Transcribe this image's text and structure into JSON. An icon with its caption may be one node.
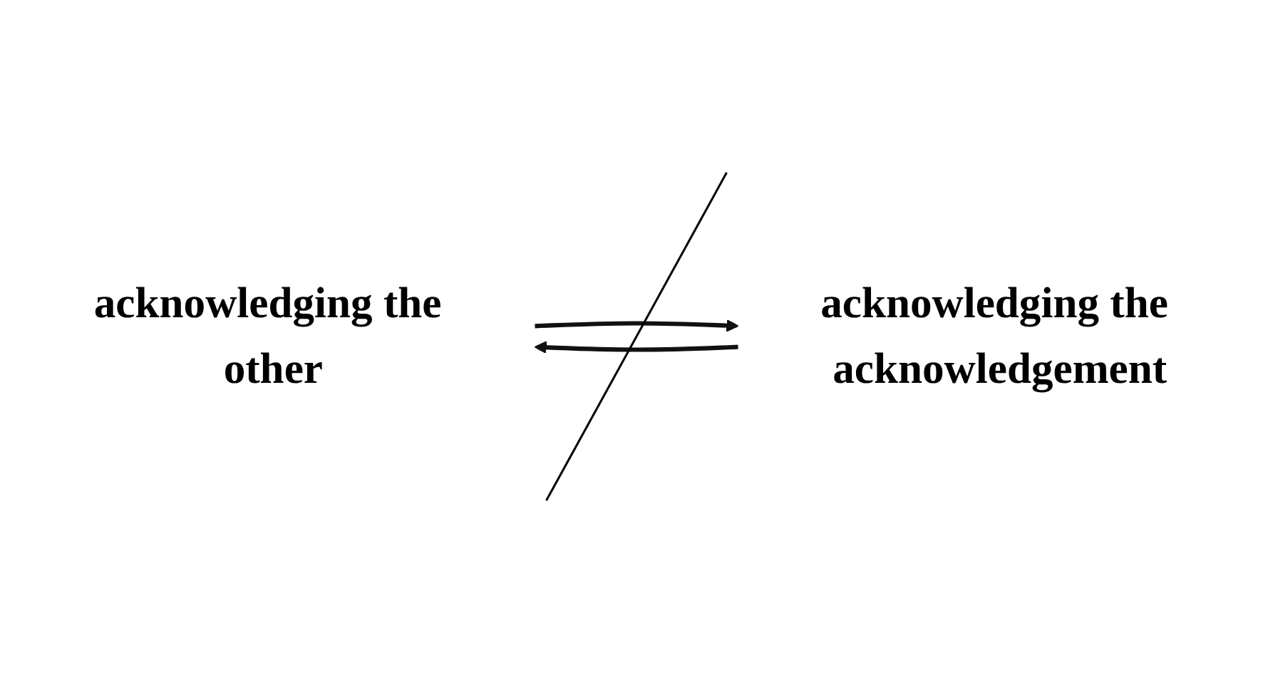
{
  "diagram": {
    "nodes": [
      {
        "text": [
          "acknowledging the other"
        ]
      },
      {
        "text": [
          "acknowledging the acknowledgement"
        ]
      }
    ],
    "edges": [
      {
        "from": 0,
        "to": 1,
        "arrow": "to"
      },
      {
        "from": 1,
        "to": 0,
        "arrow": "to"
      }
    ]
  }
}
